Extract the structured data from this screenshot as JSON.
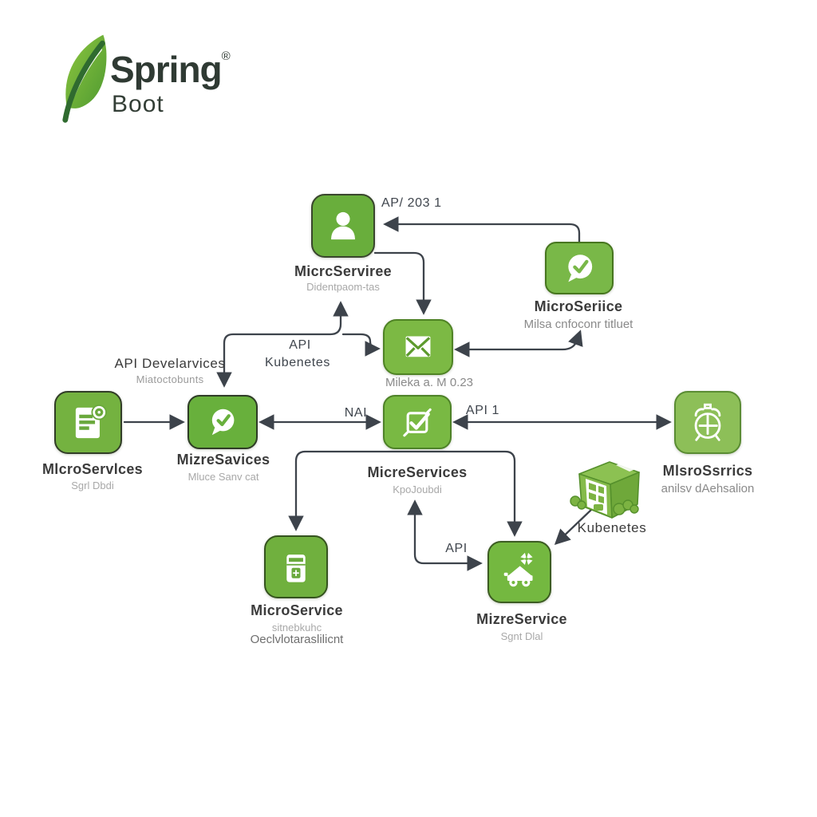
{
  "logo": {
    "brand": "Spring",
    "registered": "®",
    "product": "Boot"
  },
  "nodes": {
    "identity": {
      "label": "MicrcServiree",
      "sublabel": "Didentpaom-tas"
    },
    "approval": {
      "label": "MicroSeriice",
      "sublabel": "Milsa cnfoconr titluet"
    },
    "mail": {
      "sublabel": "Mileka a. M 0.23"
    },
    "docs": {
      "label": "MlcroServlces",
      "sublabel": "Sgrl Dbdi"
    },
    "chat": {
      "label": "MizreSavices",
      "sublabel": "Mluce Sanv cat"
    },
    "tasks": {
      "label": "MicreServices",
      "sublabel": "KpoJoubdi"
    },
    "scheduler": {
      "label": "MlsroSsrrics",
      "sublabel": "anilsv dAehsalion"
    },
    "storage": {
      "label": "MicroService",
      "sublabel": "sitnebkuhc",
      "sublabel2": "Oeclvlotaraslilicnt"
    },
    "delivery": {
      "label": "MizreService",
      "sublabel": "Sgnt Dlal"
    },
    "kubernetes": {
      "label": "Kubenetes"
    }
  },
  "edges": {
    "api2031": "AP/ 203 1",
    "apiMid": "API",
    "kubenetesMid": "Kubenetes",
    "apiDevelarvices": "API Develarvices",
    "miatoctobunts": "Miatoctobunts",
    "nai": "NAI",
    "api1": "API 1",
    "apiBottom": "API"
  },
  "colors": {
    "node_green": "#6fb03f",
    "spring_green": "#6db33f",
    "arrow": "#3d434b",
    "label_dark": "#3b3b3b",
    "label_muted": "#a8a8a8"
  }
}
